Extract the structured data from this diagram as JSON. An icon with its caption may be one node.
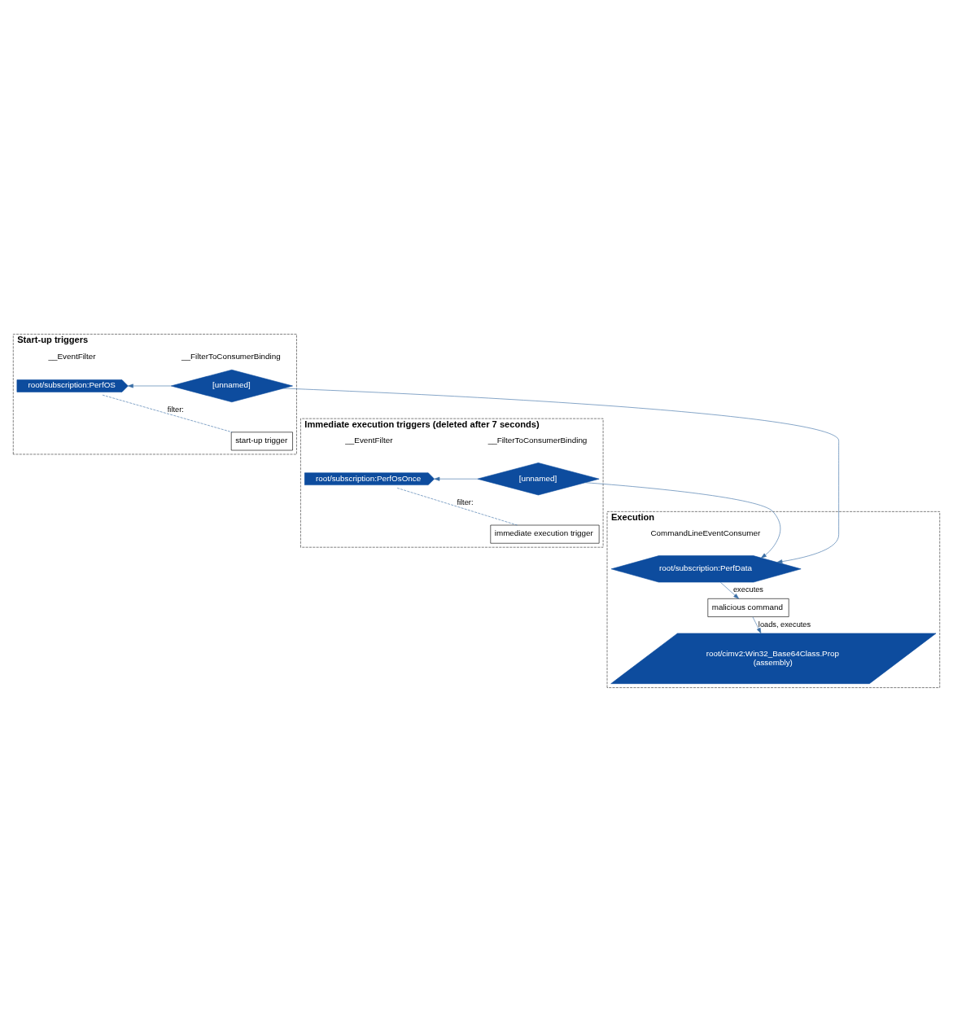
{
  "diagram": {
    "nodes": [
      {
        "text": [
          "Start-up triggers"
        ]
      },
      {
        "text": [
          "root/subscription:PerfOS"
        ],
        "beside": [
          "__EventFilter"
        ],
        "in": 0
      },
      {
        "text": [
          "[unnamed]"
        ],
        "beside": [
          "__FilterToConsumerBinding"
        ],
        "in": 0
      },
      {
        "text": [
          "start-up trigger"
        ],
        "in": 0
      },
      {
        "text": [
          "Immediate execution triggers (deleted after 7 seconds)"
        ]
      },
      {
        "text": [
          "root/subscription:PerfOsOnce"
        ],
        "beside": [
          "__EventFilter"
        ],
        "in": 4
      },
      {
        "text": [
          "[unnamed]"
        ],
        "beside": [
          "__FilterToConsumerBinding"
        ],
        "in": 4
      },
      {
        "text": [
          "immediate execution trigger"
        ],
        "in": 4
      },
      {
        "text": [
          "Execution"
        ]
      },
      {
        "text": [
          "root/subscription:PerfData"
        ],
        "beside": [
          "CommandLineEventConsumer"
        ],
        "in": 8
      },
      {
        "text": [
          "malicious command"
        ],
        "in": 8
      },
      {
        "text": [
          "root/cimv2:Win32_Base64Class.Prop",
          "(assembly)"
        ],
        "in": 8
      }
    ],
    "edges": [
      {
        "from": 2,
        "to": 1,
        "arrow": "to"
      },
      {
        "from": 1,
        "to": 3,
        "arrow": "none",
        "style": "dashed",
        "label": "filter:"
      },
      {
        "from": 6,
        "to": 5,
        "arrow": "to"
      },
      {
        "from": 5,
        "to": 7,
        "arrow": "none",
        "style": "dashed",
        "label": "filter:"
      },
      {
        "from": 2,
        "to": 9,
        "arrow": "to"
      },
      {
        "from": 6,
        "to": 9,
        "arrow": "to"
      },
      {
        "from": 9,
        "to": 10,
        "arrow": "to",
        "label": "executes"
      },
      {
        "from": 10,
        "to": 11,
        "arrow": "to",
        "label": "loads, executes"
      }
    ]
  }
}
